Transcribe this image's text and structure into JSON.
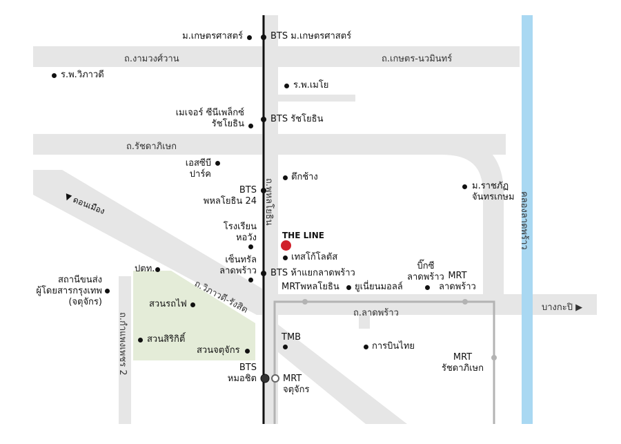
{
  "colors": {
    "road": "#e6e6e6",
    "park": "#e4ecd8",
    "canal": "#a9d8f2",
    "bts_line": "#111111",
    "mrt_line": "#b3b3b3",
    "marker": "#d0202a"
  },
  "roads": {
    "ngamwongwan": "ถ.งามวงศ์วาน",
    "kaset_nawamin": "ถ.เกษตร-นวมินทร์",
    "ratchadaphisek": "ถ.รัชดาภิเษก",
    "phahon_yothin": "ถ.พหลโยธิน",
    "don_mueang": "ดอนเมือง",
    "vibhavadi": "ถ.วิภาวดี-รังสิต",
    "kamphaeng_phet_2": "ถ.กำแพงเพชร 2",
    "lat_phrao": "ถ.ลาดพร้าว",
    "bang_kapi": "บางกะปิ",
    "canal": "คลองลาดพร้าว"
  },
  "places": {
    "kaset_uni": "ม.เกษตรศาสตร์",
    "bts_kaset": "BTS ม.เกษตรศาสตร์",
    "vibhavadi_hospital": "ร.พ.วิภาวดี",
    "mayo_hospital": "ร.พ.เมโย",
    "major_cineplex_1": "เมเจอร์ ซีนีเพล็กซ์",
    "major_cineplex_2": "รัชโยธิน",
    "bts_ratchayothin": "BTS รัชโยธิน",
    "scb_park_1": "เอสซีบี",
    "scb_park_2": "ปาร์ค",
    "elephant_building": "ตึกช้าง",
    "rajabhat_1": "ม.ราชภัฏ",
    "rajabhat_2": "จันทรเกษม",
    "bts_phahon24_1": "BTS",
    "bts_phahon24_2": "พหลโยธิน 24",
    "horwang_1": "โรงเรียน",
    "horwang_2": "หอวัง",
    "the_line": "THE LINE",
    "tesco": "เทสโก้โลตัส",
    "central_1": "เซ็นทรัล",
    "central_2": "ลาดพร้าว",
    "bts_ha_yaek": "BTS ห้าแยกลาดพร้าว",
    "ptt": "ปตท.",
    "mrt_phahon": "MRTพหลโยธิน",
    "union_mall": "ยูเนี่ยนมอลล์",
    "big_c_1": "บิ๊กซี",
    "big_c_2": "ลาดพร้าว",
    "mrt_ladprao_1": "MRT",
    "mrt_ladprao_2": "ลาดพร้าว",
    "bkk_bus_1": "สถานีขนส่ง",
    "bkk_bus_2": "ผู้โดยสารกรุงเทพ",
    "bkk_bus_3": "(จตุจักร)",
    "rotfai_park": "สวนรถไฟ",
    "sirikit_park": "สวนสิริกิติ์",
    "chatuchak_park": "สวนจตุจักร",
    "tmb": "TMB",
    "thai_airways": "การบินไทย",
    "mrt_ratchada_1": "MRT",
    "mrt_ratchada_2": "รัชดาภิเษก",
    "bts_mochit_1": "BTS",
    "bts_mochit_2": "หมอชิต",
    "mrt_chatuchak_1": "MRT",
    "mrt_chatuchak_2": "จตุจักร"
  }
}
